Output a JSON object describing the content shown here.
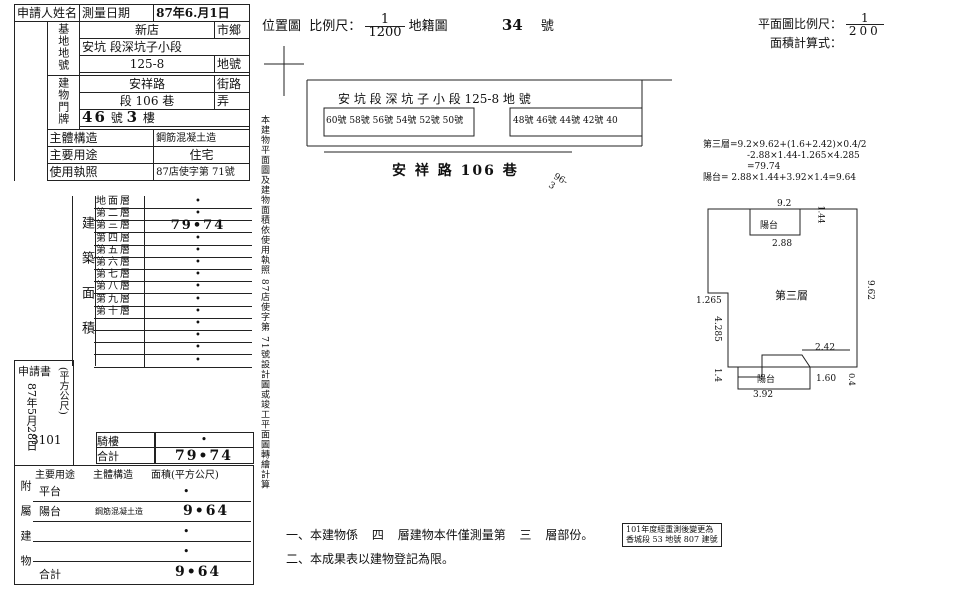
{
  "form": {
    "applicant_name": "申請人姓名",
    "survey_date_label": "測量日期",
    "survey_date_value": "87年6.月1日",
    "base": {
      "header": "基地地號",
      "township": "新店",
      "township_unit": "市鄉",
      "section": "安坑",
      "section_name": "段深坑子小段",
      "lot": "125-8",
      "lot_unit": "地號"
    },
    "door": {
      "header": "建物門牌",
      "street": "安祥路",
      "street_unit": "街路",
      "lane": "段 106 巷",
      "alley_unit": "弄",
      "number": "46",
      "number_unit": "號",
      "floor": "3",
      "floor_unit": "樓"
    },
    "structure_label": "主體構造",
    "structure_value": "鋼筋混凝土造",
    "use_label": "主要用途",
    "use_value": "住宅",
    "license_label": "使用執照",
    "license_value": "87店使字第 71號",
    "floor_area_header": "建築面積",
    "floors": [
      {
        "name": "地面層",
        "value": "•"
      },
      {
        "name": "第二層",
        "value": "•"
      },
      {
        "name": "第三層",
        "value": "79•74"
      },
      {
        "name": "第四層",
        "value": "•"
      },
      {
        "name": "第五層",
        "value": "•"
      },
      {
        "name": "第六層",
        "value": "•"
      },
      {
        "name": "第七層",
        "value": "•"
      },
      {
        "name": "第八層",
        "value": "•"
      },
      {
        "name": "第九層",
        "value": "•"
      },
      {
        "name": "第十層",
        "value": "•"
      }
    ],
    "extra_rows": [
      "•",
      "•",
      "•",
      "•"
    ],
    "arcade_label": "騎樓",
    "arcade_value": "•",
    "total_label": "合計",
    "total_value": "79•74",
    "application": {
      "label": "申請書",
      "date": "87年5月28日",
      "number": "3101",
      "units": "(平方公尺)"
    },
    "attached": {
      "header": "附屬建物",
      "col_use": "主要用途",
      "col_structure": "主體構造",
      "col_area": "面積(平方公尺)",
      "rows": [
        {
          "use": "平台",
          "structure": "",
          "area": "•"
        },
        {
          "use": "陽台",
          "structure": "鋼筋混凝土造",
          "area": "9•64"
        },
        {
          "use": "",
          "structure": "",
          "area": "•"
        },
        {
          "use": "",
          "structure": "",
          "area": "•"
        }
      ],
      "total_label": "合計",
      "total_value": "9•64"
    }
  },
  "vertical_note": "本建物平面圖及建物面積依使用執照 87店使字第 71號設計圖或竣工平面圖轉繪計算",
  "location_map": {
    "label": "位置圖",
    "scale_label": "比例尺：",
    "scale_num": "1",
    "scale_den": "1200",
    "cadastral_label": "地籍圖",
    "cadastral_no": "34",
    "cadastral_unit": "號",
    "parcel_title": "安 坑 段 深 坑 子 小 段 125-8 地 號",
    "parcel_tag": "96-3",
    "house_numbers_left": [
      "60號",
      "58號",
      "56號",
      "54號",
      "52號",
      "50號"
    ],
    "house_numbers_right": [
      "48號",
      "46號",
      "44號",
      "42號",
      "40"
    ],
    "road": "安 祥 路 106 巷"
  },
  "floor_plan": {
    "scale_label": "平面圖比例尺：",
    "scale_num": "1",
    "scale_den": "200",
    "calc_label": "面積計算式：",
    "calc_lines": [
      "第三層=9.2×9.62+(1.6+2.42)×0.4/2",
      "-2.88×1.44-1.265×4.285",
      "=79.74",
      "陽台= 2.88×1.44+3.92×1.4=9.64"
    ],
    "dims": {
      "top": "9.2",
      "balcony_top_w": "2.88",
      "balcony_top_h": "1.44",
      "right": "9.62",
      "left_step_w": "1.265",
      "left_step_h": "4.285",
      "notch_w": "2.42",
      "notch_depth": "0.4",
      "bottom_right": "1.60",
      "balcony_bottom_h": "1.4",
      "balcony_bottom_w": "3.92"
    },
    "balcony_label": "陽台",
    "floor_label": "第三層"
  },
  "notes": {
    "line1_prefix": "一、本建物係",
    "line1_floors": "四",
    "line1_mid": "層建物本件僅測量第",
    "line1_floor": "三",
    "line1_suffix": "層部份。",
    "stamp_line1": "101年度經重測後變更為",
    "stamp_line2": "香城段 53 地號 807 建號",
    "line2": "二、本成果表以建物登記為限。"
  }
}
